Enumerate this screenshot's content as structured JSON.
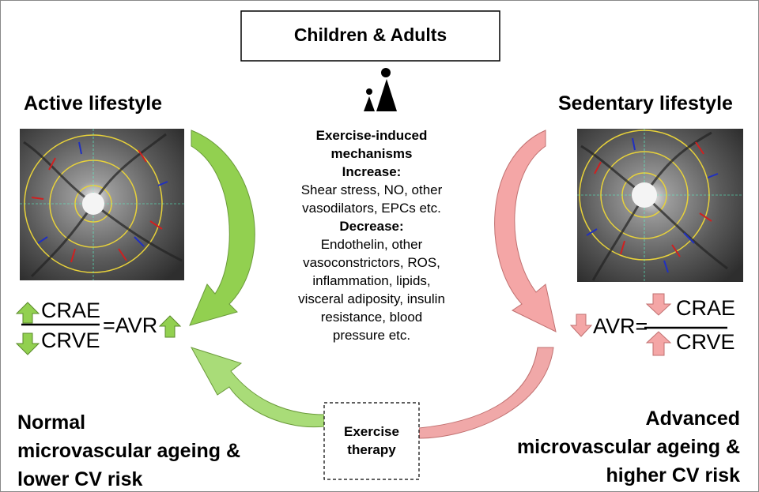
{
  "title": "Children & Adults",
  "left": {
    "heading": "Active lifestyle",
    "numerator": "CRAE",
    "denominator": "CRVE",
    "result": "=AVR",
    "outcome": [
      "Normal",
      "microvascular ageing &",
      "lower CV risk"
    ],
    "color": "#92d050"
  },
  "right": {
    "heading": "Sedentary lifestyle",
    "result": "AVR=",
    "numerator": "CRAE",
    "denominator": "CRVE",
    "outcome": [
      "Advanced",
      "microvascular ageing &",
      "higher CV risk"
    ],
    "color": "#f4a6a6"
  },
  "mechanisms": {
    "heading1": "Exercise-induced",
    "heading2": "mechanisms",
    "increase_label": "Increase:",
    "increase": [
      "Shear stress, NO, other",
      "vasodilators, EPCs etc."
    ],
    "decrease_label": "Decrease:",
    "decrease": [
      "Endothelin, other",
      "vasoconstrictors, ROS,",
      "inflammation, lipids,",
      "visceral adiposity, insulin",
      "resistance, blood",
      "pressure etc."
    ]
  },
  "therapy": [
    "Exercise",
    "therapy"
  ]
}
